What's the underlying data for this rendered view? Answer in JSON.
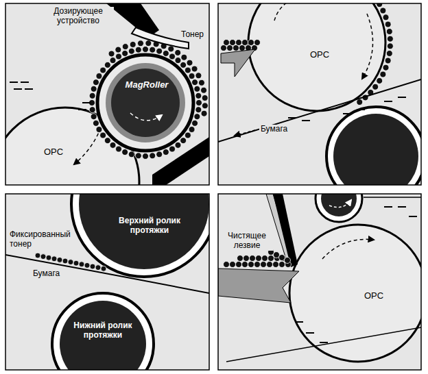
{
  "diagram": {
    "nodes": [
      {
        "text": [
          "MagRoller"
        ]
      },
      {
        "text": [
          "OPC"
        ]
      },
      {
        "text": [
          "OPC"
        ]
      },
      {
        "text": [
          "Верхний ролик протяжки"
        ]
      },
      {
        "text": [
          "Нижний ролик протяжки"
        ]
      },
      {
        "text": [
          "OPC"
        ]
      }
    ],
    "labels": [
      "Дозирующее устройство",
      "Тонер",
      "Бумага",
      "Фиксированный тонер",
      "Бумага",
      "Чистящее лезвие"
    ]
  }
}
